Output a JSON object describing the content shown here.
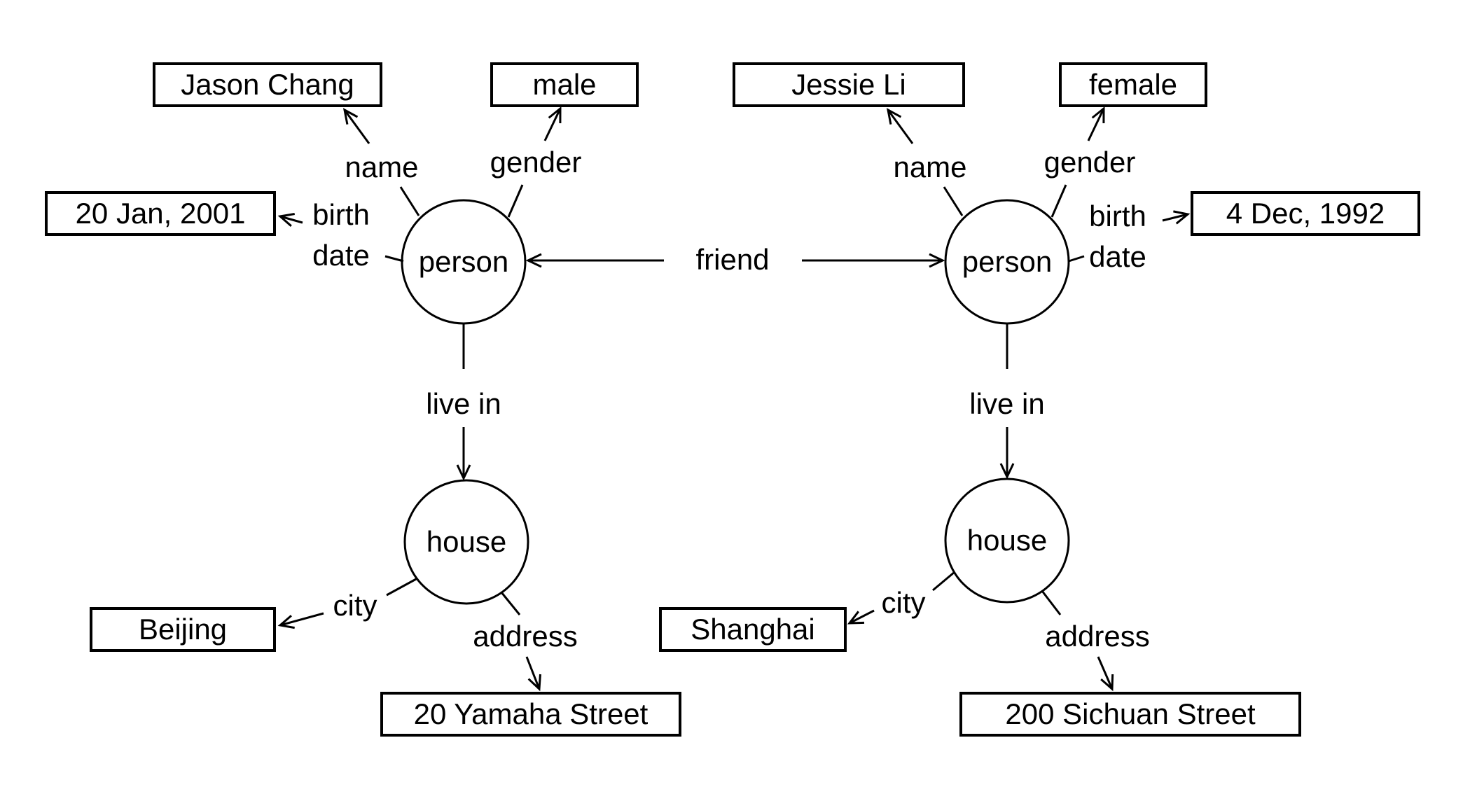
{
  "colors": {
    "background": "#ffffff",
    "line": "#000000",
    "text": "#000000",
    "box_fill": "#ffffff",
    "box_border": "#000000"
  },
  "graph": {
    "relations": {
      "name": "name",
      "gender": "gender",
      "birth": "birth",
      "date": "date",
      "friend": "friend",
      "live_in": "live in",
      "city": "city",
      "address": "address"
    },
    "left_person": {
      "node_label": "person",
      "name": "Jason Chang",
      "gender": "male",
      "birth_date": "20 Jan, 2001",
      "house": {
        "node_label": "house",
        "city": "Beijing",
        "address": "20 Yamaha Street"
      }
    },
    "right_person": {
      "node_label": "person",
      "name": "Jessie Li",
      "gender": "female",
      "birth_date": "4 Dec, 1992",
      "house": {
        "node_label": "house",
        "city": "Shanghai",
        "address": "200 Sichuan Street"
      }
    }
  }
}
